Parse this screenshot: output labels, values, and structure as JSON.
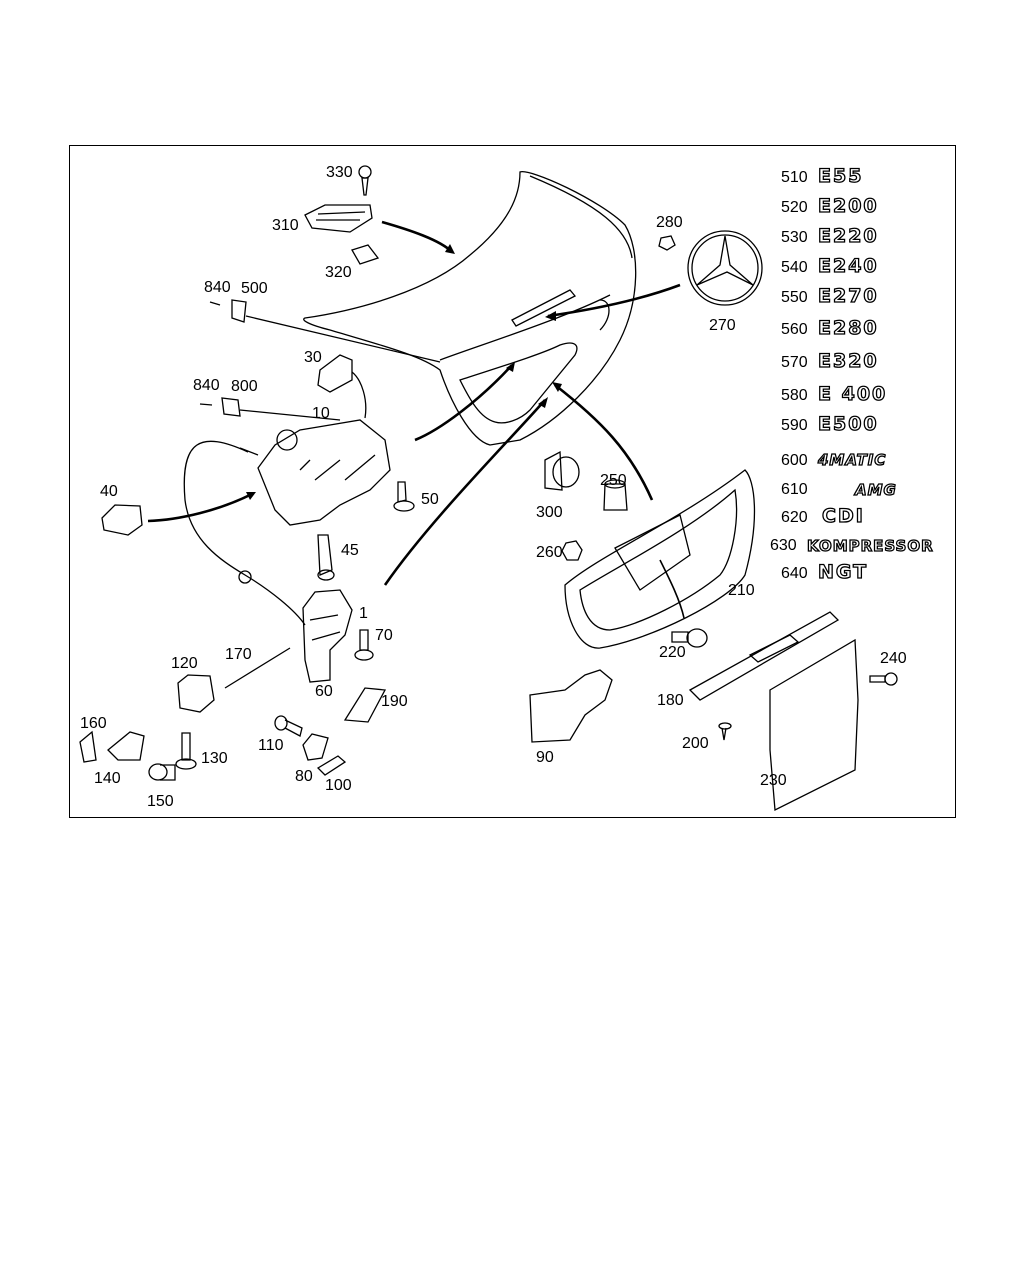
{
  "callouts": {
    "c330": "330",
    "c310": "310",
    "c320": "320",
    "c280": "280",
    "c270": "270",
    "c840a": "840",
    "c500": "500",
    "c30": "30",
    "c840b": "840",
    "c800": "800",
    "c10": "10",
    "c40": "40",
    "c50": "50",
    "c45": "45",
    "c1": "1",
    "c70": "70",
    "c60": "60",
    "c120": "120",
    "c170": "170",
    "c190": "190",
    "c160": "160",
    "c140": "140",
    "c130": "130",
    "c150": "150",
    "c110": "110",
    "c80": "80",
    "c100": "100",
    "c300": "300",
    "c250": "250",
    "c260": "260",
    "c210": "210",
    "c220": "220",
    "c90": "90",
    "c180": "180",
    "c240": "240",
    "c200": "200",
    "c230": "230"
  },
  "badges": [
    {
      "num": "510",
      "text": "E55"
    },
    {
      "num": "520",
      "text": "E200"
    },
    {
      "num": "530",
      "text": "E220"
    },
    {
      "num": "540",
      "text": "E240"
    },
    {
      "num": "550",
      "text": "E270"
    },
    {
      "num": "560",
      "text": "E280"
    },
    {
      "num": "570",
      "text": "E320"
    },
    {
      "num": "580",
      "text": "E 400"
    },
    {
      "num": "590",
      "text": "E500"
    },
    {
      "num": "600",
      "text": "4MATIC"
    },
    {
      "num": "610",
      "text": "AMG"
    },
    {
      "num": "620",
      "text": "CDI"
    },
    {
      "num": "630",
      "text": "KOMPRESSOR"
    },
    {
      "num": "640",
      "text": "NGT"
    }
  ]
}
